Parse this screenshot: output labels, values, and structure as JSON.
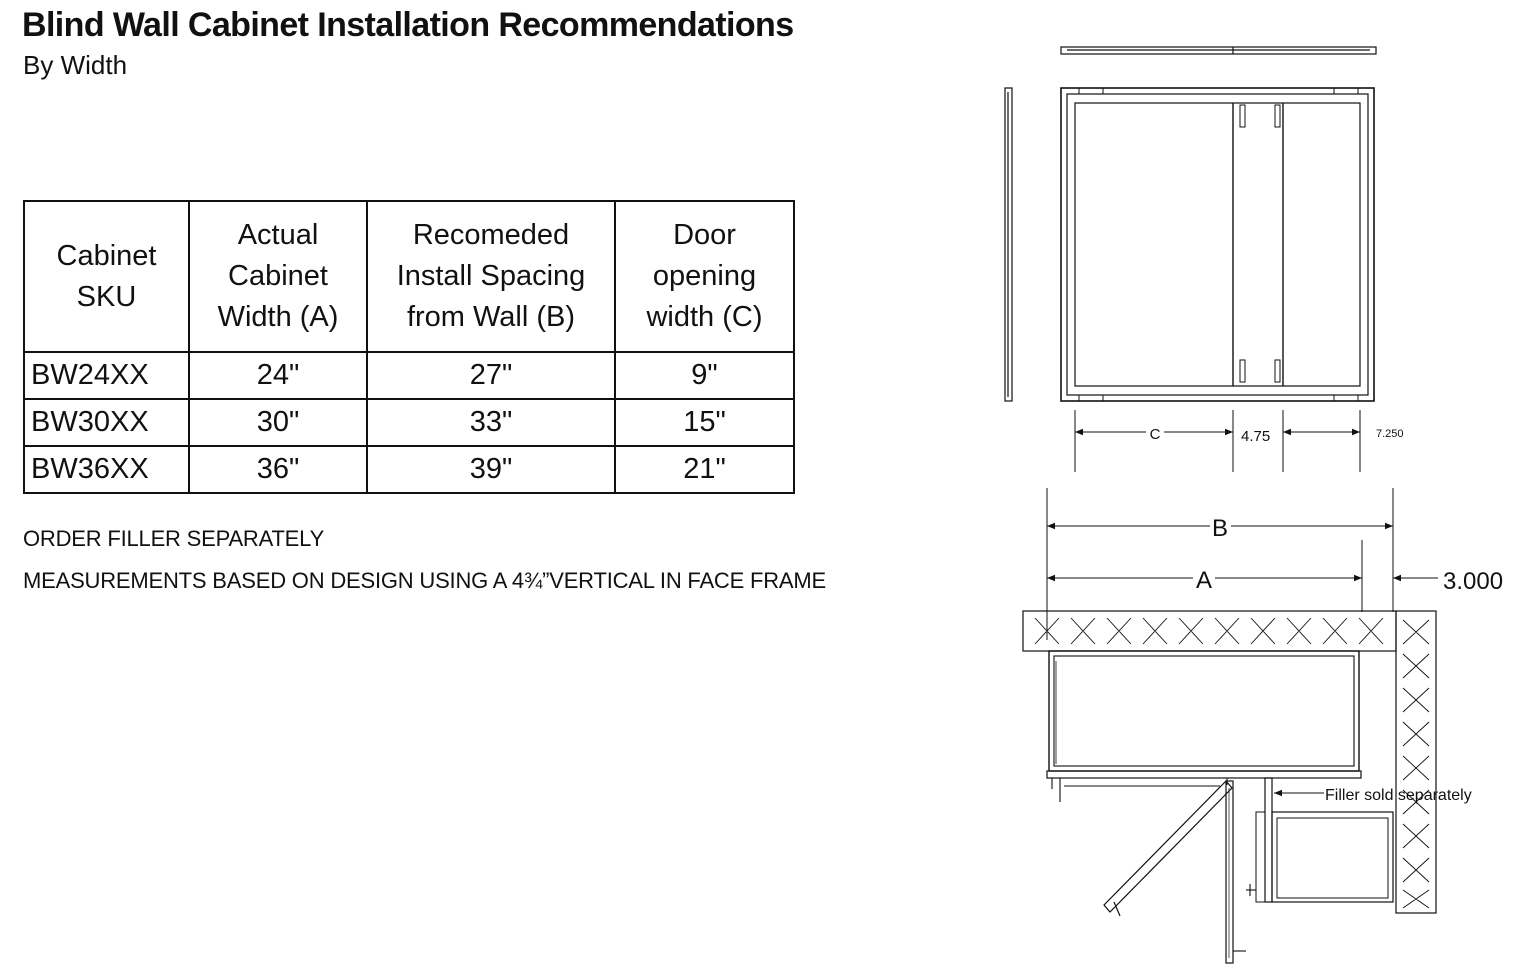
{
  "header": {
    "title": "Blind Wall Cabinet Installation Recommendations",
    "subtitle": "By Width"
  },
  "table": {
    "columns": [
      [
        "Cabinet",
        "SKU"
      ],
      [
        "Actual",
        "Cabinet",
        "Width (A)"
      ],
      [
        "Recomeded",
        "Install Spacing",
        "from Wall (B)"
      ],
      [
        "Door",
        "opening",
        "width (C)"
      ]
    ],
    "rows": [
      {
        "sku": "BW24XX",
        "width": "24\"",
        "spacing": "27\"",
        "door": "9\""
      },
      {
        "sku": "BW30XX",
        "width": "30\"",
        "spacing": "33\"",
        "door": "15\""
      },
      {
        "sku": "BW36XX",
        "width": "36\"",
        "spacing": "39\"",
        "door": "21\""
      }
    ]
  },
  "notes": {
    "filler": "ORDER FILLER SEPARATELY",
    "measurements": "MEASUREMENTS BASED ON DESIGN USING A 4¾”VERTICAL IN FACE FRAME"
  },
  "diagram": {
    "front_dims": {
      "c": "C",
      "center": "4.75",
      "right": "7.250"
    },
    "plan_dims": {
      "b": "B",
      "a": "A",
      "gap": "3.000"
    },
    "filler_label": "Filler sold separately"
  }
}
